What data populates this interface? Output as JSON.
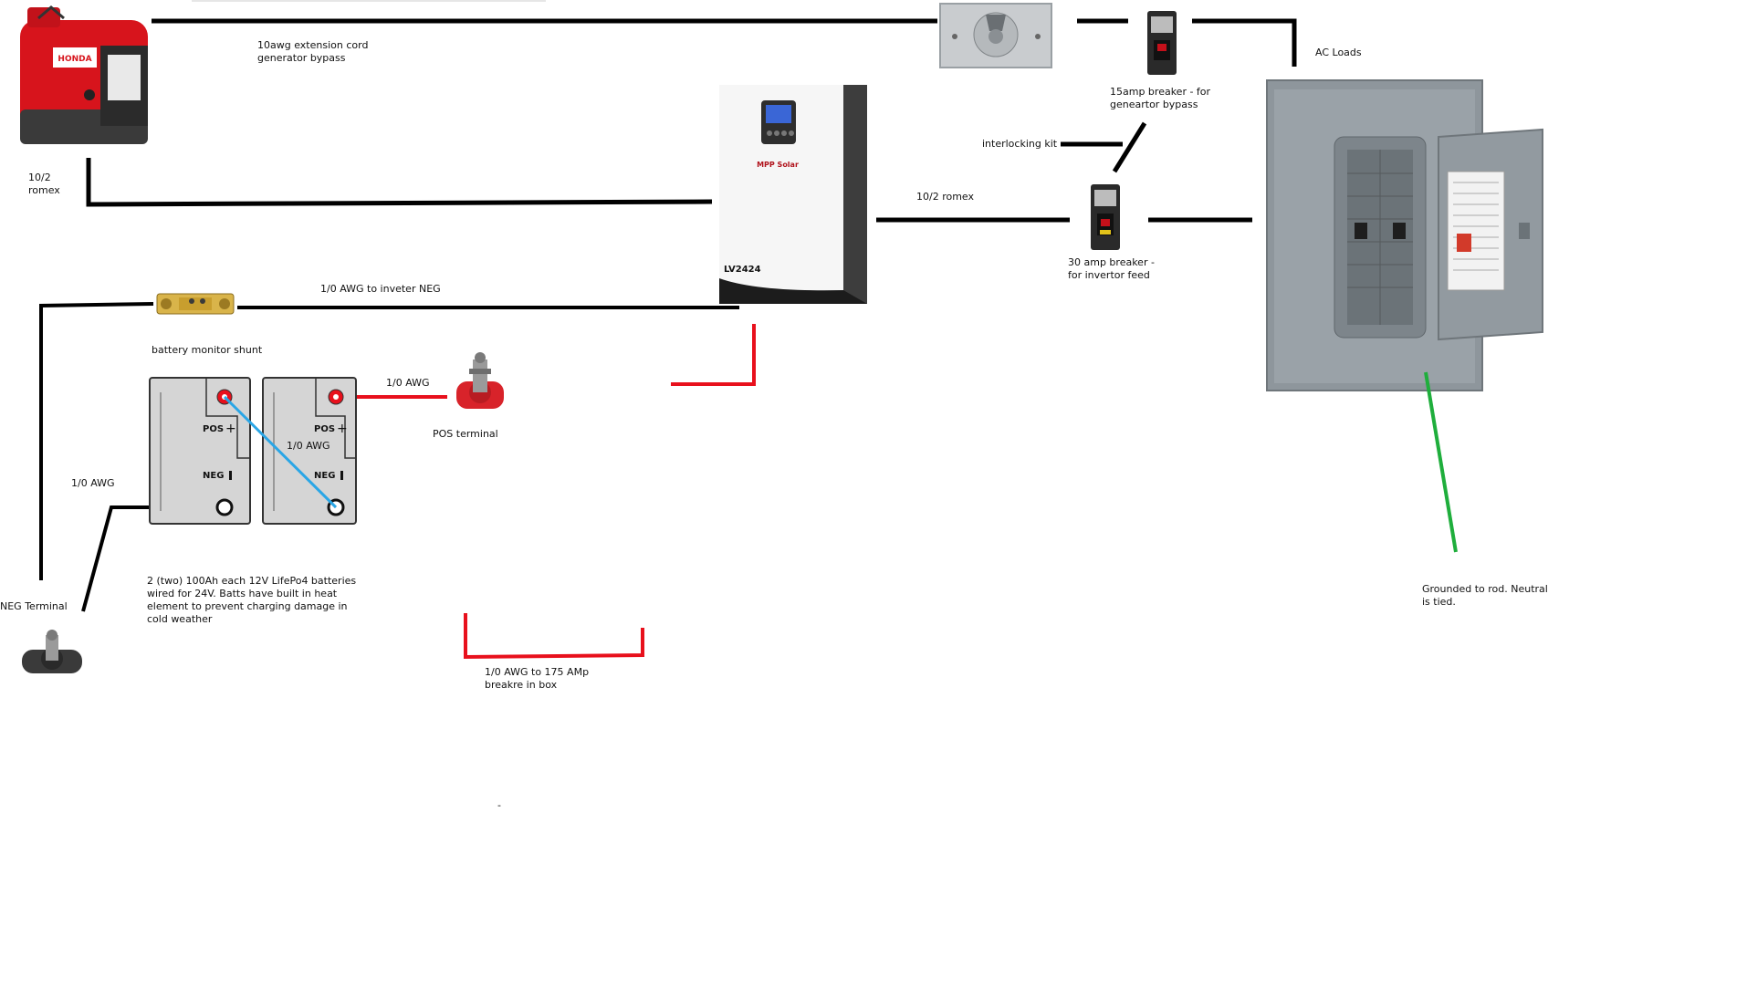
{
  "labels": {
    "ext_cord": "10awg extension cord\ngenerator bypass",
    "romex_gen": "10/2\nromex",
    "romex_inv": "10/2 romex",
    "ac_loads": "AC Loads",
    "breaker_15": "15amp breaker - for\ngeneartor bypass",
    "interlock": "interlocking kit",
    "breaker_30": "30 amp breaker -\nfor invertor feed",
    "inv_neg": "1/0 AWG to inveter NEG",
    "shunt": "battery monitor shunt",
    "awg_pos": "1/0 AWG",
    "pos_terminal": "POS  terminal",
    "awg_neg": "1/0 AWG",
    "awg_series": "1/0 AWG",
    "neg_terminal": "NEG Terminal",
    "batteries": "2 (two) 100Ah each 12V LifePo4 batteries wired for 24V. Batts have built in heat element to prevent charging  damage in cold weather",
    "breaker_175": "1/0 AWG to 175 AMp\nbreakre in box",
    "ground": "Grounded to rod. Neutral\nis tied.",
    "dash": "-"
  },
  "device_text": {
    "inverter_model": "LV2424",
    "inverter_brand": "MPP Solar",
    "generator_brand": "HONDA",
    "bat1_pos": "POS",
    "bat1_neg": "NEG",
    "bat2_pos": "POS",
    "bat2_neg": "NEG"
  },
  "colors": {
    "ac_wire": "#000000",
    "dc_pos": "#e8101c",
    "series_link": "#2aa6e6",
    "ground": "#1fae3c",
    "panel_gray": "#8e969c"
  }
}
